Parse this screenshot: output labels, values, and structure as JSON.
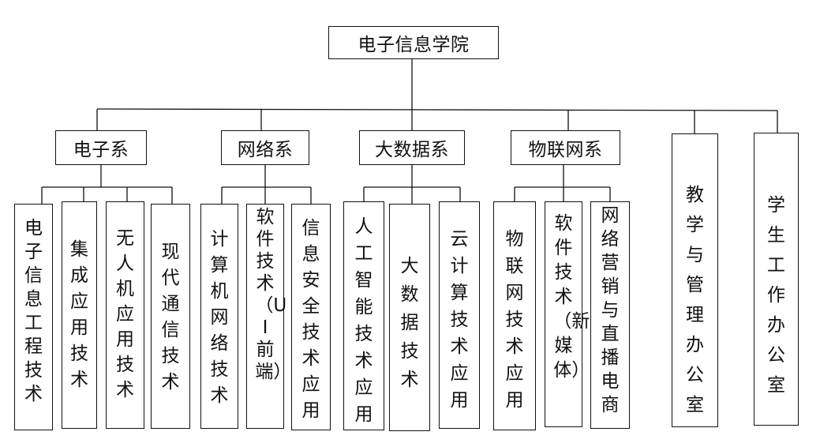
{
  "root": {
    "label": "电子信息学院"
  },
  "departments": [
    {
      "label": "电子系",
      "majors": [
        "电子信息工程技术",
        "集成应用技术",
        "无人机应用技术",
        "现代通信技术"
      ]
    },
    {
      "label": "网络系",
      "majors": [
        "计算机网络技术",
        "软件技术（UI前端）",
        "信息安全技术应用"
      ]
    },
    {
      "label": "大数据系",
      "majors": [
        "人工智能技术应用",
        "大数据技术",
        "云计算技术应用"
      ]
    },
    {
      "label": "物联网系",
      "majors": [
        "物联网技术应用",
        "软件技术（新媒体）",
        "网络营销与直播电商"
      ]
    }
  ],
  "offices": [
    {
      "label": "教学与管理办公室"
    },
    {
      "label": "学生工作办公室"
    }
  ]
}
